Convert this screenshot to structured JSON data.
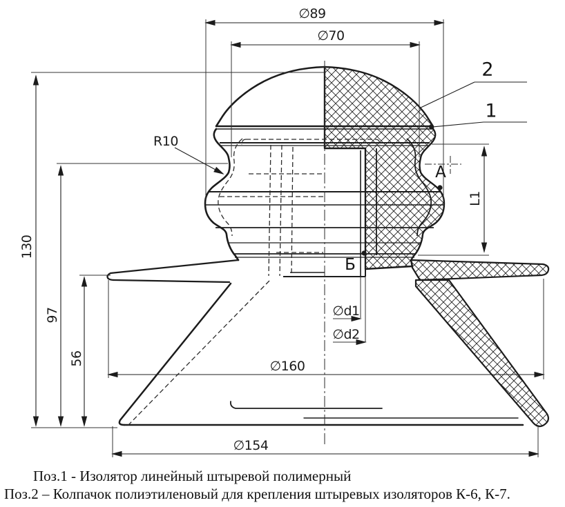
{
  "drawing": {
    "dims": {
      "dia89": "∅89",
      "dia70": "∅70",
      "r10": "R10",
      "h130": "130",
      "h97": "97",
      "h56": "56",
      "dia160": "∅160",
      "dia154": "∅154",
      "l1": "L1",
      "d1": "∅d1",
      "d2": "∅d2"
    },
    "labels": {
      "part2": "2",
      "part1": "1",
      "point_a": "А",
      "point_b": "Б"
    },
    "caption": {
      "line1": "Поз.1 - Изолятор линейный штыревой полимерный",
      "line2": "Поз.2 – Колпачок полиэтиленовый для крепления штыревых изоляторов К-6, К-7."
    },
    "colors": {
      "ink": "#1c1c1c",
      "paper": "#ffffff"
    }
  }
}
